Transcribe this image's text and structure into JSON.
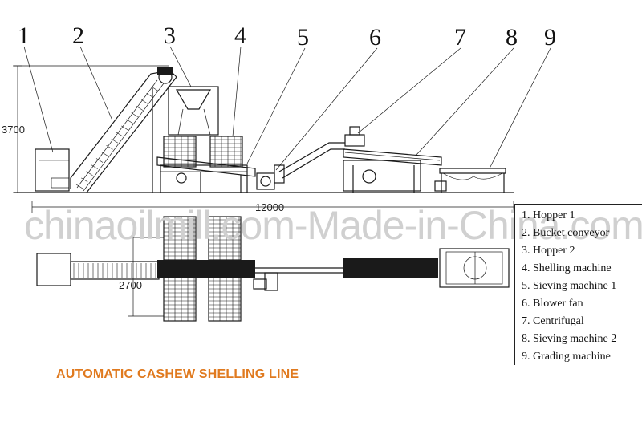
{
  "callouts": [
    "1",
    "2",
    "3",
    "4",
    "5",
    "6",
    "7",
    "8",
    "9"
  ],
  "dimensions": {
    "height": "3700",
    "length": "12000",
    "width": "2700"
  },
  "watermark": "chinaoilmill.com-Made-in-China.com",
  "legend": [
    "1.  Hopper 1",
    "2. Bucket conveyor",
    "3. Hopper 2",
    "4. Shelling machine",
    "5. Sieving machine 1",
    "6. Blower fan",
    "7. Centrifugal",
    "8. Sieving machine 2",
    "9. Grading machine"
  ],
  "title": "AUTOMATIC CASHEW SHELLING LINE",
  "colors": {
    "title": "#e07a1f",
    "line": "#1a1a1a",
    "watermark": "#d0d0d0"
  }
}
